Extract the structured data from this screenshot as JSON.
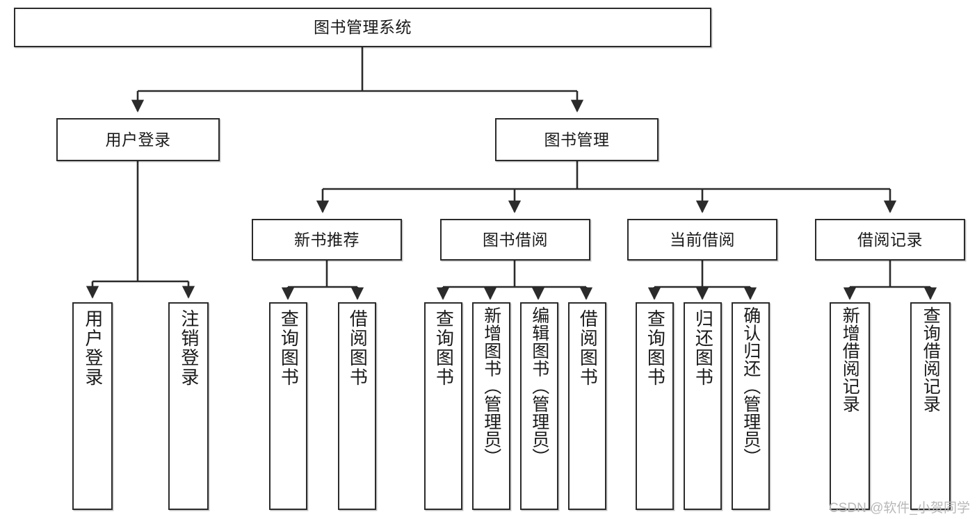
{
  "diagram": {
    "type": "tree",
    "title": "图书管理系统",
    "watermark": "CSDN @软件_小贺同学",
    "colors": {
      "box_border": "#2b2b2b",
      "box_fill": "#ffffff",
      "connector": "#2b2b2b",
      "text": "#1a1a1a",
      "watermark": "#b8b8b8"
    },
    "nodes": {
      "root": {
        "label": "图书管理系统"
      },
      "level2": [
        {
          "id": "user_login",
          "label": "用户登录"
        },
        {
          "id": "book_manage",
          "label": "图书管理"
        }
      ],
      "level3": [
        {
          "id": "new_book_rec",
          "label": "新书推荐"
        },
        {
          "id": "book_borrow",
          "label": "图书借阅"
        },
        {
          "id": "current_borrow",
          "label": "当前借阅"
        },
        {
          "id": "borrow_record",
          "label": "借阅记录"
        }
      ],
      "leaves": {
        "user_login": [
          {
            "id": "leaf_user_login",
            "label": "用户登录"
          },
          {
            "id": "leaf_logout",
            "label": "注销登录"
          }
        ],
        "new_book_rec": [
          {
            "id": "leaf_query_book_1",
            "label": "查询图书"
          },
          {
            "id": "leaf_borrow_book_1",
            "label": "借阅图书"
          }
        ],
        "book_borrow": [
          {
            "id": "leaf_query_book_2",
            "label": "查询图书"
          },
          {
            "id": "leaf_add_book",
            "label": "新增图书（管理员）"
          },
          {
            "id": "leaf_edit_book",
            "label": "编辑图书（管理员）"
          },
          {
            "id": "leaf_borrow_book_2",
            "label": "借阅图书"
          }
        ],
        "current_borrow": [
          {
            "id": "leaf_query_book_3",
            "label": "查询图书"
          },
          {
            "id": "leaf_return_book",
            "label": "归还图书"
          },
          {
            "id": "leaf_confirm_return",
            "label": "确认归还（管理员）"
          }
        ],
        "borrow_record": [
          {
            "id": "leaf_add_record",
            "label": "新增借阅记录"
          },
          {
            "id": "leaf_query_record",
            "label": "查询借阅记录"
          }
        ]
      }
    }
  }
}
